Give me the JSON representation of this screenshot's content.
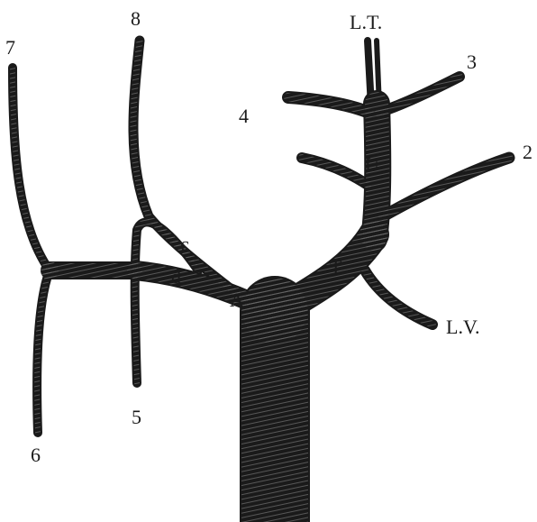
{
  "diagram": {
    "labels": {
      "n7": "7",
      "n8": "8",
      "lt": "L.T.",
      "n3": "3",
      "n4": "4",
      "n2": "2",
      "u": "U",
      "c": "c",
      "d": "d",
      "t": "T",
      "a": "A",
      "lv": "L.V.",
      "n5": "5",
      "n6": "6"
    }
  },
  "colors": {
    "ink": "#1a1a1a",
    "vessel_fill": "#f4f4f4",
    "hatch": "#555555",
    "background": "#ffffff"
  }
}
